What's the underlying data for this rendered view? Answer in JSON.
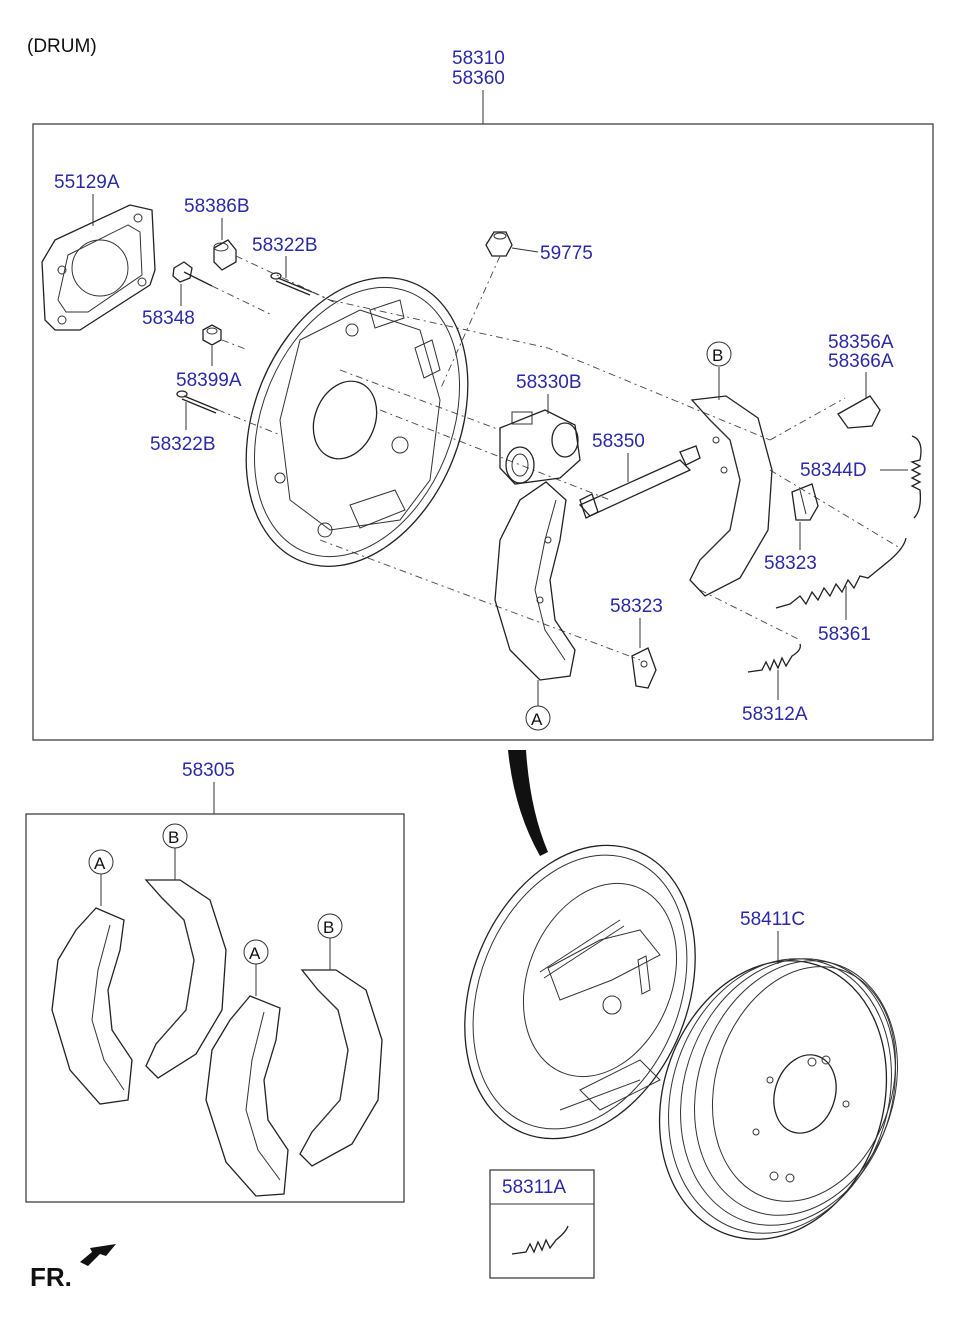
{
  "header": {
    "title": "(DRUM)"
  },
  "assembly": {
    "line1": "58310",
    "line2": "58360"
  },
  "labels": {
    "p55129A": "55129A",
    "p58386B": "58386B",
    "p58322B_top": "58322B",
    "p59775": "59775",
    "p58348": "58348",
    "p58399A": "58399A",
    "p58322B_bottom": "58322B",
    "p58330B": "58330B",
    "p58350": "58350",
    "p58356A": "58356A",
    "p58366A": "58366A",
    "p58344D": "58344D",
    "p58323_right": "58323",
    "p58323_left": "58323",
    "p58361": "58361",
    "p58312A": "58312A",
    "p58305": "58305",
    "p58411C": "58411C",
    "p58311A": "58311A"
  },
  "markers": {
    "a": "A",
    "b": "B"
  },
  "footer": {
    "direction": "FR."
  },
  "colors": {
    "label_blue": "#2a2aa8",
    "line": "#222222"
  }
}
